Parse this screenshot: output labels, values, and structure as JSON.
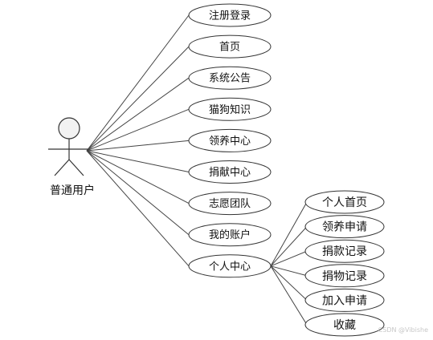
{
  "actor": {
    "label": "普通用户"
  },
  "use_cases": [
    {
      "id": "register-login",
      "label": "注册登录"
    },
    {
      "id": "home",
      "label": "首页"
    },
    {
      "id": "system-notice",
      "label": "系统公告"
    },
    {
      "id": "pet-knowledge",
      "label": "猫狗知识"
    },
    {
      "id": "adoption-center",
      "label": "领养中心"
    },
    {
      "id": "donation-center",
      "label": "捐献中心"
    },
    {
      "id": "volunteer-team",
      "label": "志愿团队"
    },
    {
      "id": "my-account",
      "label": "我的账户"
    },
    {
      "id": "personal-center",
      "label": "个人中心"
    }
  ],
  "personal_center_children": [
    {
      "id": "personal-home",
      "label": "个人首页"
    },
    {
      "id": "adoption-application",
      "label": "领养申请"
    },
    {
      "id": "donation-record",
      "label": "捐款记录"
    },
    {
      "id": "goods-donation-record",
      "label": "捐物记录"
    },
    {
      "id": "join-application",
      "label": "加入申请"
    },
    {
      "id": "favorites",
      "label": "收藏"
    }
  ],
  "watermark": "CSDN @Vibishe"
}
